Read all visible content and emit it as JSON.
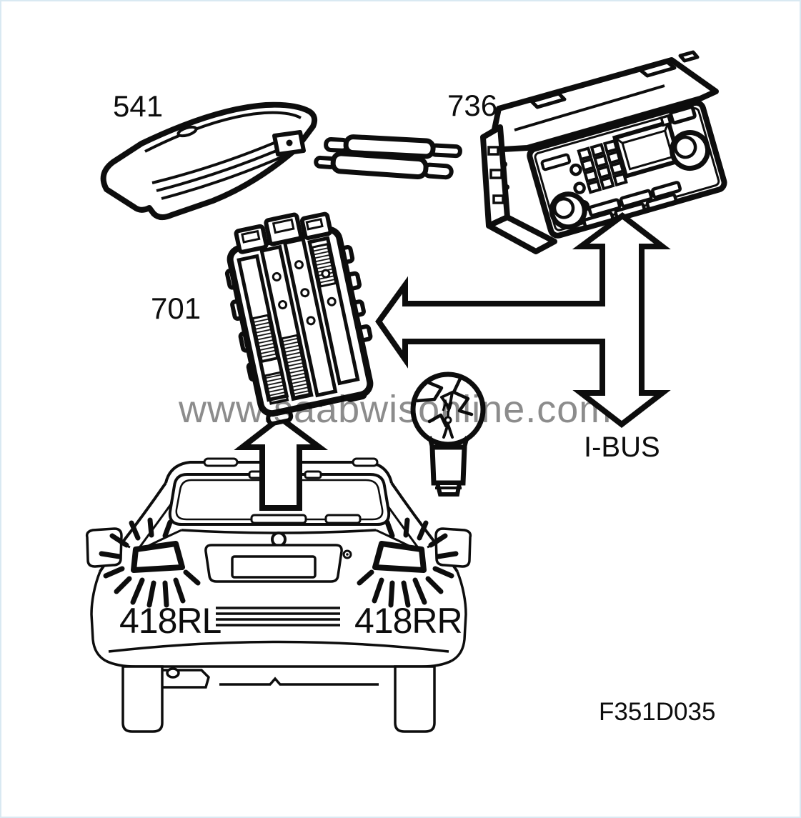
{
  "labels": {
    "part_541": "541",
    "part_736": "736",
    "part_701": "701",
    "lamp_rear_left": "418RL",
    "lamp_rear_right": "418RR",
    "bus": "I-BUS",
    "figure_code": "F351D035",
    "watermark": "www.saabwisonline.com"
  },
  "colors": {
    "ink": "#0d0d0d",
    "watermark": "#8c8c8c",
    "background": "#ffffff",
    "page_border": "#d9e9f2"
  }
}
